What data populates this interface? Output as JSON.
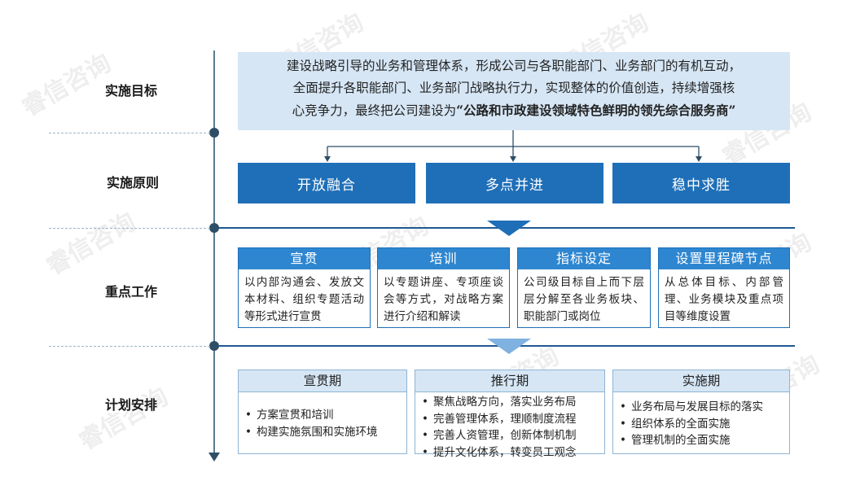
{
  "rows": {
    "goal_label": "实施目标",
    "principle_label": "实施原则",
    "work_label": "重点工作",
    "plan_label": "计划安排"
  },
  "goal": {
    "text_line1": "建设战略引导的业务和管理体系，形成公司与各职能部门、业务部门的有机互动，",
    "text_line2": "全面提升各职能部门、业务部门战略执行力，实现整体的价值创造，持续增强核",
    "text_line3_prefix": "心竞争力，最终把公司建设为",
    "text_line3_bold": "“公路和市政建设领域特色鲜明的领先综合服务商”"
  },
  "principles": [
    "开放融合",
    "多点并进",
    "稳中求胜"
  ],
  "work": [
    {
      "title": "宣贯",
      "body": "以内部沟通会、发放文本材料、组织专题活动等形式进行宣贯"
    },
    {
      "title": "培训",
      "body": "以专题讲座、专项座谈会等方式，对战略方案进行介绍和解读"
    },
    {
      "title": "指标设定",
      "body": "公司级目标自上而下层层分解至各业务板块、职能部门或岗位"
    },
    {
      "title": "设置里程碑节点",
      "body": "从总体目标、内部管理、业务模块及重点项目等维度设置"
    }
  ],
  "plan": [
    {
      "title": "宣贯期",
      "items": [
        "方案宣贯和培训",
        "构建实施氛围和实施环境"
      ]
    },
    {
      "title": "推行期",
      "items": [
        "聚焦战略方向，落实业务布局",
        "完善管理体系，理顺制度流程",
        "完善人资管理，创新体制机制",
        "提升文化体系，转变员工观念"
      ]
    },
    {
      "title": "实施期",
      "items": [
        "业务布局与发展目标的落实",
        "组织体系的全面实施",
        "管理机制的全面实施"
      ]
    }
  ],
  "watermark": "睿信咨询",
  "colors": {
    "primary": "#1e6fb8",
    "light": "#d6e6f5",
    "accent": "#2e86d0",
    "axis": "#2e4e66"
  }
}
